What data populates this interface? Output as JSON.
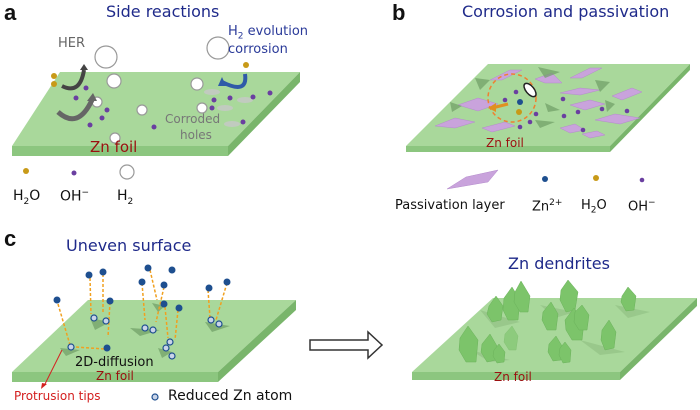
{
  "panels": {
    "a": {
      "letter": "a",
      "title": "Side reactions",
      "her_label": "HER",
      "h2_evolution": "H",
      "h2_evolution_sub": "2",
      "h2_evolution_rest": " evolution",
      "corrosion": "corrosion",
      "corroded": "Corroded",
      "holes": "holes",
      "foil": "Zn foil",
      "legend": [
        {
          "symbol": "h2o-dot-icon",
          "label": "H",
          "sub": "2",
          "rest": "O"
        },
        {
          "symbol": "oh-dot-icon",
          "label": "OH",
          "sup": "−"
        },
        {
          "symbol": "h2-bubble-icon",
          "label": "H",
          "sub": "2"
        }
      ]
    },
    "b": {
      "letter": "b",
      "title": "Corrosion and passivation",
      "foil": "Zn foil",
      "legend": [
        {
          "symbol": "passivation-layer-icon",
          "label": "Passivation layer"
        },
        {
          "symbol": "zn-ion-icon",
          "label": "Zn",
          "sup": "2+"
        },
        {
          "symbol": "h2o-dot-icon",
          "label": "H",
          "sub": "2",
          "rest": "O"
        },
        {
          "symbol": "oh-dot-icon",
          "label": "OH",
          "sup": "−"
        }
      ]
    },
    "c": {
      "letter": "c",
      "title": "Uneven surface",
      "diffusion": "2D-diffusion",
      "foil": "Zn foil",
      "protrusion": "Protrusion tips",
      "reduced": "Reduced Zn atom"
    },
    "d": {
      "title": "Zn dendrites",
      "foil": "Zn foil"
    }
  },
  "colors": {
    "foil_top": "#a9d89b",
    "foil_side": "#8cc67f",
    "title_blue": "#1f2a8a",
    "foil_red": "#9b1010",
    "passivation": "#c9a3dc",
    "oh_purple": "#6a3fa0",
    "h2o_gold": "#c89a18",
    "zn_blue": "#1e4f8f",
    "arrow_orange": "#f0a020",
    "protrusion_red": "#d42020",
    "dendrite_green": "#7cc46a"
  }
}
